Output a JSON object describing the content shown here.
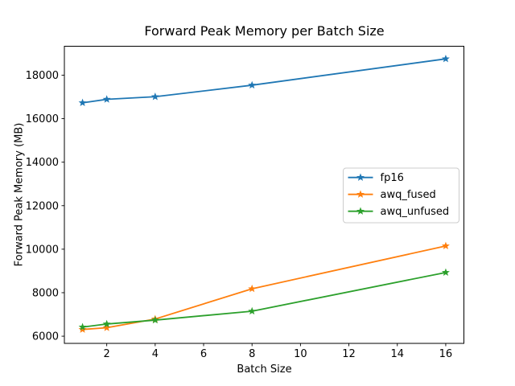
{
  "chart_data": {
    "type": "line",
    "title": "Forward Peak Memory per Batch Size",
    "xlabel": "Batch Size",
    "ylabel": "Forward Peak Memory (MB)",
    "x": [
      1,
      2,
      4,
      8,
      16
    ],
    "series": [
      {
        "name": "fp16",
        "color": "#1f77b4",
        "values": [
          16730,
          16890,
          17010,
          17540,
          18750
        ]
      },
      {
        "name": "awq_fused",
        "color": "#ff7f0e",
        "values": [
          6310,
          6390,
          6790,
          8180,
          10150
        ]
      },
      {
        "name": "awq_unfused",
        "color": "#2ca02c",
        "values": [
          6420,
          6560,
          6740,
          7150,
          8930
        ]
      }
    ],
    "marker": "star",
    "xticks": [
      2,
      4,
      6,
      8,
      10,
      12,
      14,
      16
    ],
    "yticks": [
      6000,
      8000,
      10000,
      12000,
      14000,
      16000,
      18000
    ],
    "xlim": [
      0.25,
      16.75
    ],
    "ylim": [
      5670,
      19330
    ],
    "grid": false,
    "legend_position": "center right",
    "legend_border_color": "#cccccc",
    "axis_color": "#000000",
    "background_color": "#ffffff"
  }
}
